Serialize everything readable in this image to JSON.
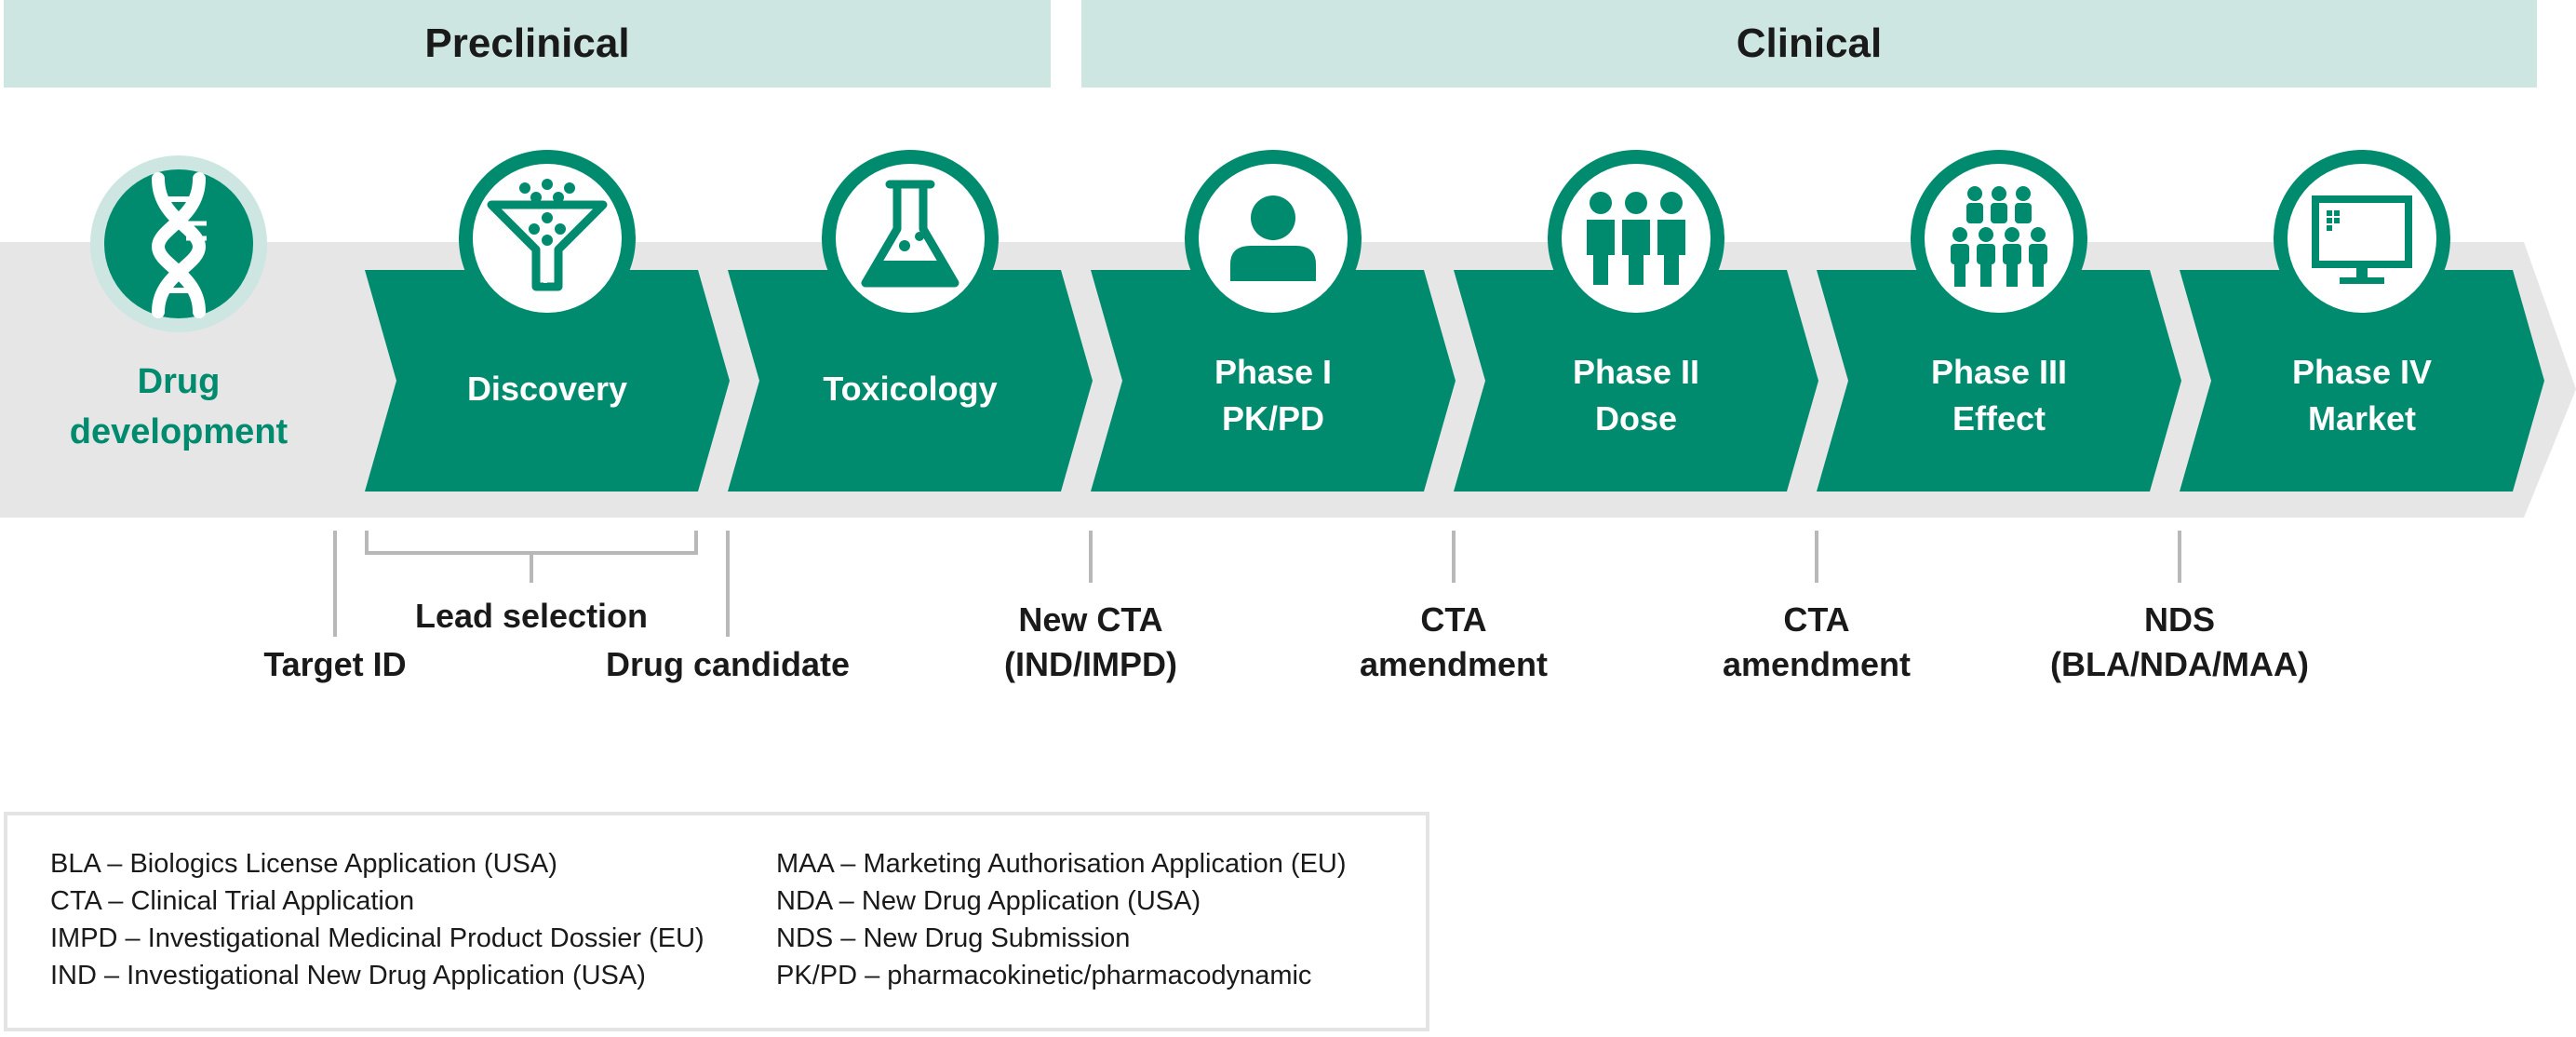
{
  "headers": {
    "preclinical": "Preclinical",
    "clinical": "Clinical"
  },
  "start": {
    "line1": "Drug",
    "line2": "development"
  },
  "stages": [
    {
      "icon": "funnel-icon",
      "line1": "Discovery",
      "line2": ""
    },
    {
      "icon": "flask-icon",
      "line1": "Toxicology",
      "line2": ""
    },
    {
      "icon": "person-icon",
      "line1": "Phase I",
      "line2": "PK/PD"
    },
    {
      "icon": "three-people-icon",
      "line1": "Phase II",
      "line2": "Dose"
    },
    {
      "icon": "crowd-icon",
      "line1": "Phase III",
      "line2": "Effect"
    },
    {
      "icon": "monitor-icon",
      "line1": "Phase IV",
      "line2": "Market"
    }
  ],
  "milestones": {
    "target_id": "Target ID",
    "lead_selection": "Lead selection",
    "drug_candidate": "Drug candidate",
    "new_cta": {
      "line1": "New CTA",
      "line2": "(IND/IMPD)"
    },
    "cta_amend_1": {
      "line1": "CTA",
      "line2": "amendment"
    },
    "cta_amend_2": {
      "line1": "CTA",
      "line2": "amendment"
    },
    "nds": {
      "line1": "NDS",
      "line2": "(BLA/NDA/MAA)"
    }
  },
  "legend": {
    "left": [
      "BLA – Biologics License Application (USA)",
      "CTA – Clinical Trial Application",
      "IMPD – Investigational Medicinal Product Dossier (EU)",
      "IND – Investigational New Drug Application (USA)"
    ],
    "right": [
      "MAA – Marketing Authorisation Application (EU)",
      "NDA – New Drug Application (USA)",
      "NDS – New Drug Submission",
      "PK/PD – pharmacokinetic/pharmacodynamic"
    ]
  },
  "colors": {
    "green": "#008a6e",
    "light_green": "#cde6e1",
    "band_gray": "#e6e6e6",
    "tick_gray": "#b8b8b8",
    "text": "#1a1a1a"
  }
}
